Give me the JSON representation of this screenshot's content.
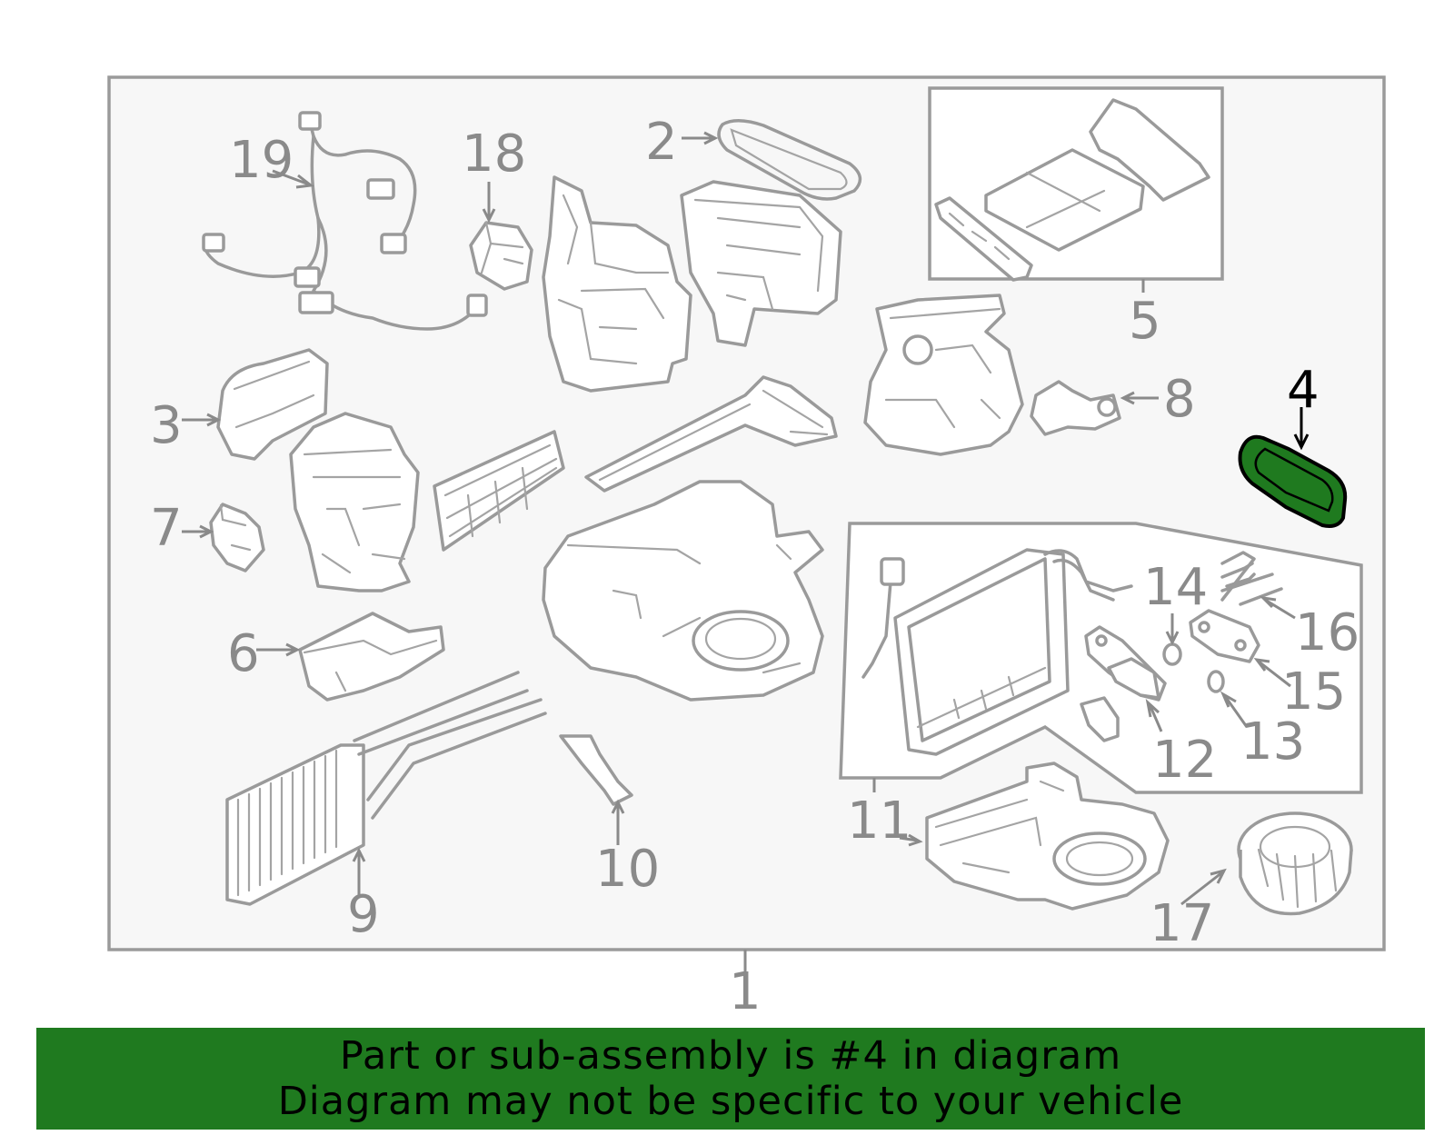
{
  "callouts": [
    {
      "id": "1",
      "label": "1"
    },
    {
      "id": "2",
      "label": "2"
    },
    {
      "id": "3",
      "label": "3"
    },
    {
      "id": "4",
      "label": "4",
      "highlighted": true
    },
    {
      "id": "5",
      "label": "5"
    },
    {
      "id": "6",
      "label": "6"
    },
    {
      "id": "7",
      "label": "7"
    },
    {
      "id": "8",
      "label": "8"
    },
    {
      "id": "9",
      "label": "9"
    },
    {
      "id": "10",
      "label": "10"
    },
    {
      "id": "11",
      "label": "11"
    },
    {
      "id": "12",
      "label": "12"
    },
    {
      "id": "13",
      "label": "13"
    },
    {
      "id": "14",
      "label": "14"
    },
    {
      "id": "15",
      "label": "15"
    },
    {
      "id": "16",
      "label": "16"
    },
    {
      "id": "17",
      "label": "17"
    },
    {
      "id": "18",
      "label": "18"
    },
    {
      "id": "19",
      "label": "19"
    }
  ],
  "highlight_color": "#1f7a1f",
  "banner": {
    "line1": "Part or sub-assembly is #4 in diagram",
    "line2": "Diagram may not be specific to your vehicle"
  }
}
